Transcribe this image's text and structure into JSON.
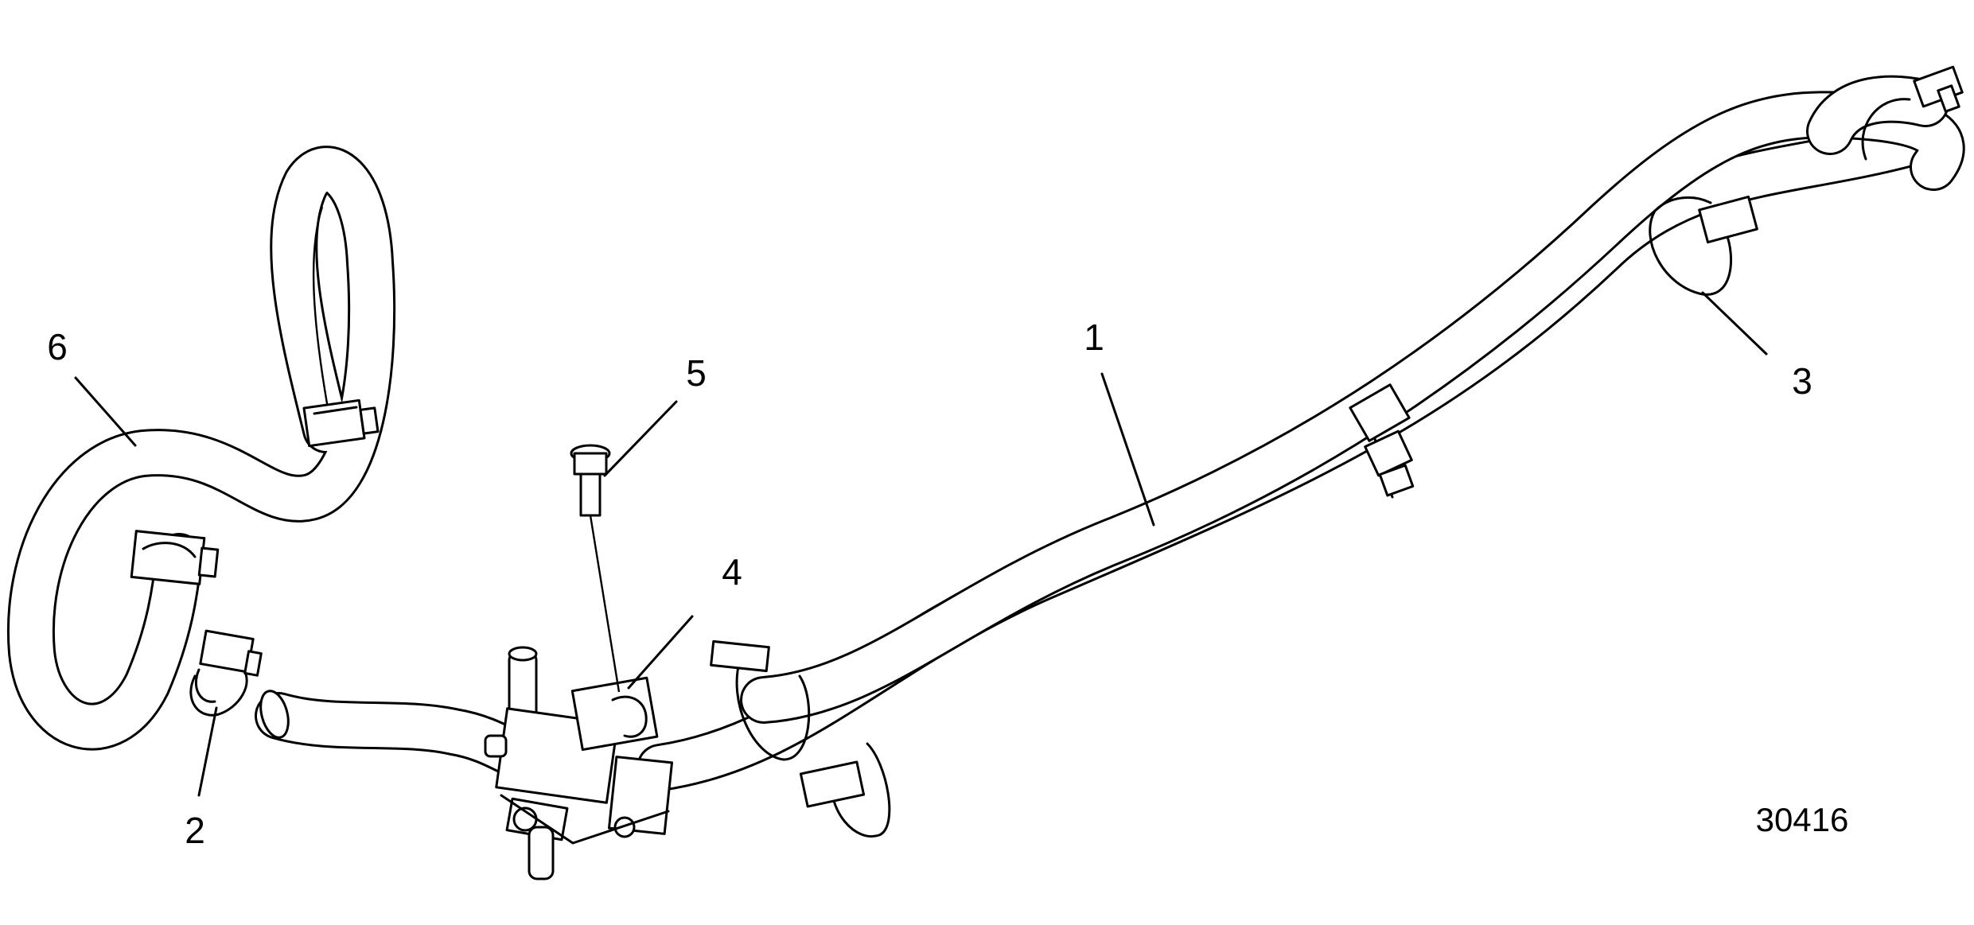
{
  "diagram": {
    "figure_number": "30416",
    "callouts": [
      {
        "id": "callout-1",
        "label": "1"
      },
      {
        "id": "callout-2",
        "label": "2"
      },
      {
        "id": "callout-3",
        "label": "3"
      },
      {
        "id": "callout-4",
        "label": "4"
      },
      {
        "id": "callout-5",
        "label": "5"
      },
      {
        "id": "callout-6",
        "label": "6"
      }
    ],
    "colors": {
      "ink": "#000000",
      "paper": "#ffffff"
    }
  }
}
